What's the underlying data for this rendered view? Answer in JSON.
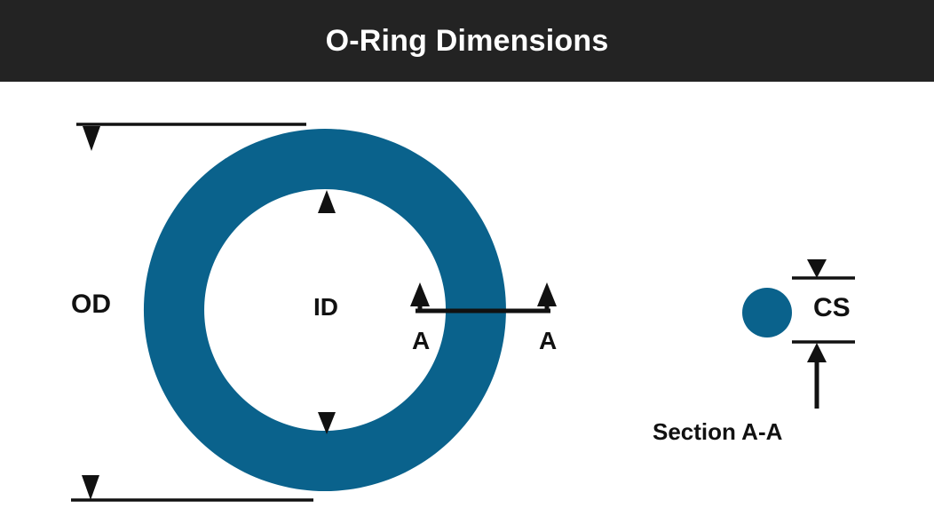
{
  "header": {
    "title": "O-Ring Dimensions",
    "background_color": "#232323",
    "text_color": "#ffffff"
  },
  "colors": {
    "ring": "#0a628c",
    "line": "#111111",
    "page_background": "#ffffff"
  },
  "diagram": {
    "name": "o-ring-dimension-drawing",
    "plan_view": {
      "labels": {
        "od": "OD",
        "id": "ID",
        "section_cut_left": "A",
        "section_cut_right": "A"
      }
    },
    "section_view": {
      "labels": {
        "cs": "CS",
        "caption": "Section A-A"
      }
    }
  },
  "chart_data": {
    "type": "diagram",
    "title": "O-Ring Dimensions",
    "annotations": [
      {
        "label": "OD",
        "meaning": "outside diameter",
        "view": "plan"
      },
      {
        "label": "ID",
        "meaning": "inside diameter",
        "view": "plan"
      },
      {
        "label": "A",
        "meaning": "section cut line marker left",
        "view": "plan"
      },
      {
        "label": "A",
        "meaning": "section cut line marker right",
        "view": "plan"
      },
      {
        "label": "CS",
        "meaning": "cross section diameter",
        "view": "section"
      },
      {
        "label": "Section A-A",
        "meaning": "section view caption",
        "view": "section"
      }
    ],
    "geometry": {
      "ring_center": [
        366,
        349
      ],
      "ring_outer_radius": 204,
      "ring_inner_radius": 136,
      "cross_section_center": [
        864,
        352
      ],
      "cross_section_radius": 28
    }
  }
}
